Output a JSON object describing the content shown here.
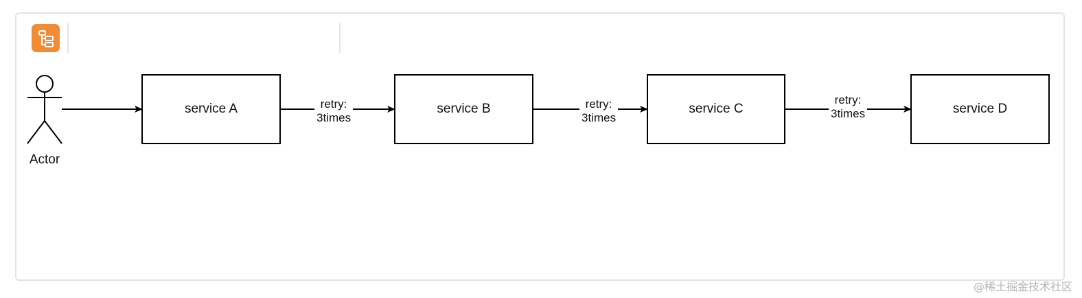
{
  "toolbar": {
    "icon": "sitemap-icon",
    "accent": "#f08c35"
  },
  "diagram": {
    "actor": {
      "label": "Actor"
    },
    "services": [
      {
        "label": "service A"
      },
      {
        "label": "service B"
      },
      {
        "label": "service C"
      },
      {
        "label": "service D"
      }
    ],
    "edges": [
      {
        "from": "Actor",
        "to": "service A",
        "label": ""
      },
      {
        "from": "service A",
        "to": "service B",
        "label": "retry:\n3times"
      },
      {
        "from": "service B",
        "to": "service C",
        "label": "retry:\n3times"
      },
      {
        "from": "service C",
        "to": "service D",
        "label": "retry:\n3times"
      }
    ]
  },
  "watermark": "@稀土掘金技术社区"
}
